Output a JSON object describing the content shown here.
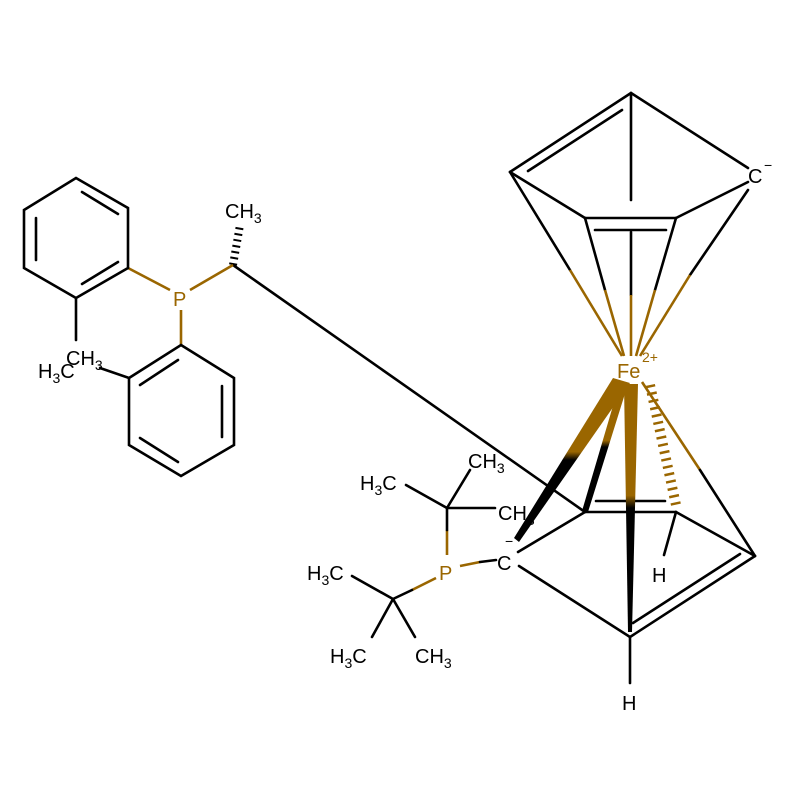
{
  "molecule": {
    "atoms": {
      "fe": "Fe",
      "fe_charge": "2+",
      "p1": "P",
      "p2": "P",
      "c_anion_top": "C",
      "c_anion_bottom": "C",
      "minus": "−",
      "ch3": "CH",
      "h3c": "H",
      "c": "C",
      "three": "3",
      "h": "H"
    }
  },
  "colors": {
    "phosphorus": "#9a6600",
    "iron": "#9a6600",
    "bond": "#000000"
  }
}
